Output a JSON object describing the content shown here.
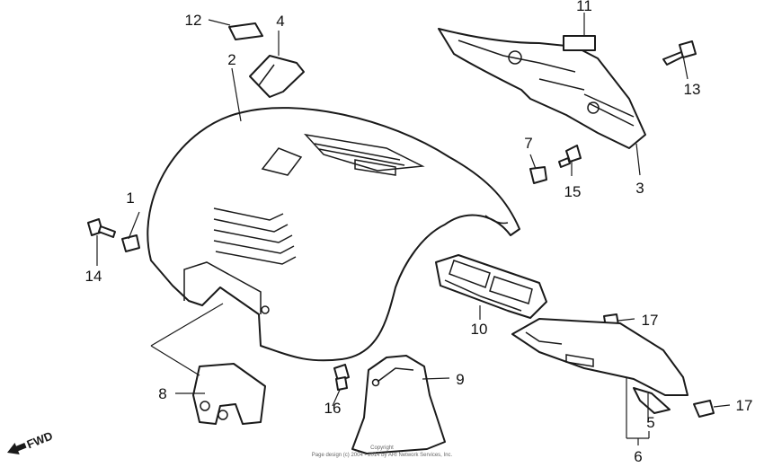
{
  "diagram": {
    "callouts": {
      "c1": "1",
      "c2": "2",
      "c3": "3",
      "c4": "4",
      "c5": "5",
      "c6": "6",
      "c7": "7",
      "c8": "8",
      "c9": "9",
      "c10": "10",
      "c11": "11",
      "c12": "12",
      "c13": "13",
      "c14": "14",
      "c15": "15",
      "c16": "16",
      "c17a": "17",
      "c17b": "17"
    },
    "fwd_label": "FWD",
    "copyright_line1": "Copyright",
    "copyright_line2": "Page design (c) 2004 - 2014 by ARI Network Services, Inc."
  }
}
